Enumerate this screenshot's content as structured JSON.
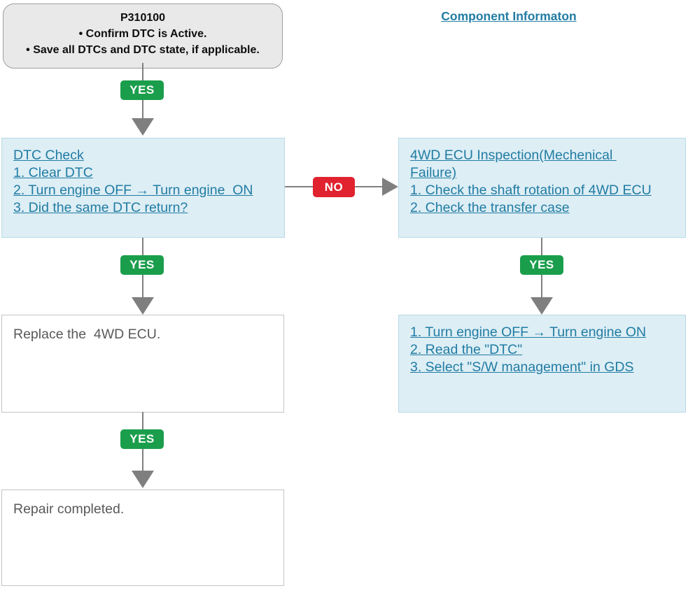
{
  "colors": {
    "link_teal": "#217ca3",
    "process_box_bg": "#ddeef5",
    "process_box_border": "#b9d9e6",
    "start_box_bg": "#e9e9e9",
    "start_box_border": "#9e9e9e",
    "result_box_border": "#c4c4c4",
    "result_text_grey": "#595959",
    "connector_grey": "#7f7f7f",
    "yes_green": "#1b9e4c",
    "no_red": "#e0232f"
  },
  "header": {
    "component_info_link": "Component Informaton"
  },
  "start": {
    "title": "P310100",
    "bullet1": "• Confirm DTC is Active.",
    "bullet2": "• Save all DTCs and DTC state, if applicable."
  },
  "badges": {
    "yes": "YES",
    "no": "NO"
  },
  "dtc_check": {
    "line1": "DTC Check",
    "line2": "1. Clear DTC",
    "line3": "2. Turn engine OFF → Turn engine  ON",
    "line4": "3. Did the same DTC return?"
  },
  "inspection": {
    "line1": "4WD ECU Inspection(Mechenical Failure)",
    "line2": "1. Check the shaft rotation of 4WD ECU",
    "line3": "2. Check the transfer case"
  },
  "replace": {
    "text": "Replace the  4WD ECU."
  },
  "gds": {
    "line1": "1. Turn engine OFF → Turn engine ON",
    "line2": "2. Read the \"DTC\"",
    "line3": "3. Select \"S/W management\" in GDS"
  },
  "repair": {
    "text": "Repair completed."
  }
}
